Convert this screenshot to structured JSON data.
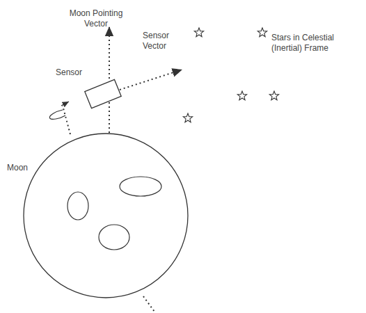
{
  "diagram": {
    "labels": [
      "Moon Pointing Vector",
      "Sensor Vector",
      "Sensor",
      "Moon",
      "Stars in Celestial (Inertial) Frame"
    ]
  }
}
